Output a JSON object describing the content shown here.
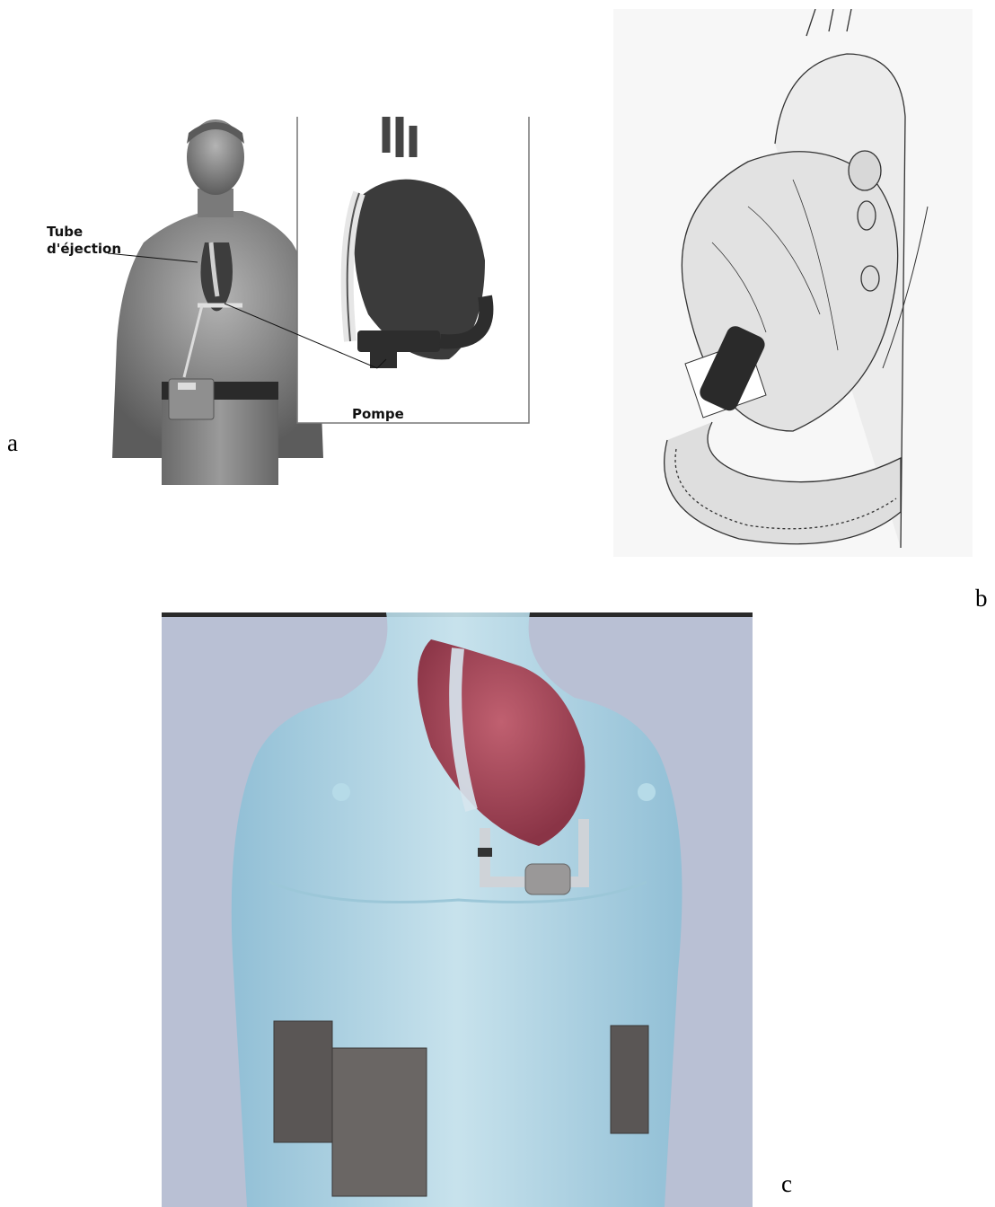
{
  "panel_a": {
    "letter": "a",
    "callout_tube_line1": "Tube",
    "callout_tube_line2": "d'éjection",
    "callout_pump": "Pompe",
    "colors": {
      "skin": "#8a8a8a",
      "skin_dark": "#4f4f4f",
      "heart": "#3d3d3d",
      "belt": "#2a2a2a"
    }
  },
  "panel_b": {
    "letter": "b",
    "colors": {
      "line": "#333333",
      "fill": "#e8e8e8",
      "pump": "#2a2a2a"
    }
  },
  "panel_c": {
    "letter": "c",
    "colors": {
      "background": "#b9c0d4",
      "body": "#a8d2e4",
      "heart": "#a84858",
      "battery": "#5a5655"
    }
  }
}
